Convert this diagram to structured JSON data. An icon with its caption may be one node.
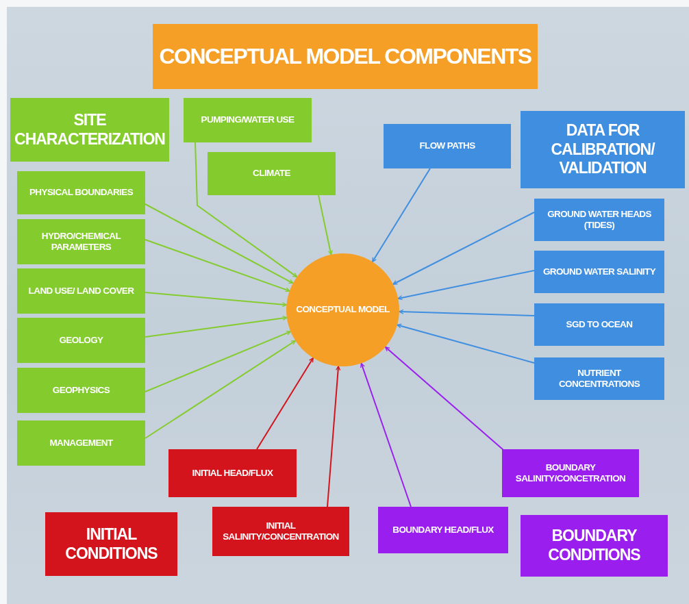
{
  "diagram": {
    "title": "CONCEPTUAL MODEL COMPONENTS",
    "nodes": [
      {
        "text": [
          "SITE CHARACTERIZATION"
        ]
      },
      {
        "text": [
          "PUMPING/WATER USE"
        ]
      },
      {
        "text": [
          "CLIMATE"
        ]
      },
      {
        "text": [
          "FLOW PATHS"
        ]
      },
      {
        "text": [
          "DATA FOR CALIBRATION/ VALIDATION"
        ]
      },
      {
        "text": [
          "PHYSICAL BOUNDARIES"
        ]
      },
      {
        "text": [
          "HYDRO/CHEMICAL PARAMETERS"
        ]
      },
      {
        "text": [
          "GROUND WATER HEADS (TIDES)"
        ]
      },
      {
        "text": [
          "LAND USE/ LAND COVER"
        ]
      },
      {
        "text": [
          "GROUND WATER SALINITY"
        ]
      },
      {
        "text": [
          "CONCEPTUAL MODEL"
        ]
      },
      {
        "text": [
          "SGD TO OCEAN"
        ]
      },
      {
        "text": [
          "GEOLOGY"
        ]
      },
      {
        "text": [
          "NUTRIENT CONCENTRATIONS"
        ]
      },
      {
        "text": [
          "GEOPHYSICS"
        ]
      },
      {
        "text": [
          "MANAGEMENT"
        ]
      },
      {
        "text": [
          "BOUNDARY SALINITY/CONCETRATION"
        ]
      },
      {
        "text": [
          "INITIAL HEAD/FLUX"
        ]
      },
      {
        "text": [
          "INITIAL SALINITY/CONCENTRATION"
        ]
      },
      {
        "text": [
          "BOUNDARY HEAD/FLUX"
        ]
      },
      {
        "text": [
          "INITIAL CONDITIONS"
        ]
      },
      {
        "text": [
          "BOUNDARY CONDITIONS"
        ]
      }
    ],
    "edges": [
      {
        "from": 1,
        "to": 10,
        "arrow": "to"
      },
      {
        "from": 2,
        "to": 10,
        "arrow": "to"
      },
      {
        "from": 5,
        "to": 10,
        "arrow": "to"
      },
      {
        "from": 6,
        "to": 10,
        "arrow": "to"
      },
      {
        "from": 8,
        "to": 10,
        "arrow": "to"
      },
      {
        "from": 12,
        "to": 10,
        "arrow": "to"
      },
      {
        "from": 14,
        "to": 10,
        "arrow": "to"
      },
      {
        "from": 15,
        "to": 10,
        "arrow": "to"
      },
      {
        "from": 3,
        "to": 10,
        "arrow": "to",
        "color": "#3f8ee0"
      },
      {
        "from": 7,
        "to": 10,
        "arrow": "to",
        "color": "#3f8ee0"
      },
      {
        "from": 9,
        "to": 10,
        "arrow": "to",
        "color": "#3f8ee0"
      },
      {
        "from": 11,
        "to": 10,
        "arrow": "to",
        "color": "#3f8ee0"
      },
      {
        "from": 13,
        "to": 10,
        "arrow": "to",
        "color": "#3f8ee0"
      },
      {
        "from": 17,
        "to": 10,
        "arrow": "to",
        "color": "#d3141c"
      },
      {
        "from": 18,
        "to": 10,
        "arrow": "to",
        "color": "#d3141c"
      },
      {
        "from": 19,
        "to": 10,
        "arrow": "to",
        "color": "#9a1fef"
      },
      {
        "from": 16,
        "to": 10,
        "arrow": "to",
        "color": "#9a1fef"
      }
    ]
  }
}
